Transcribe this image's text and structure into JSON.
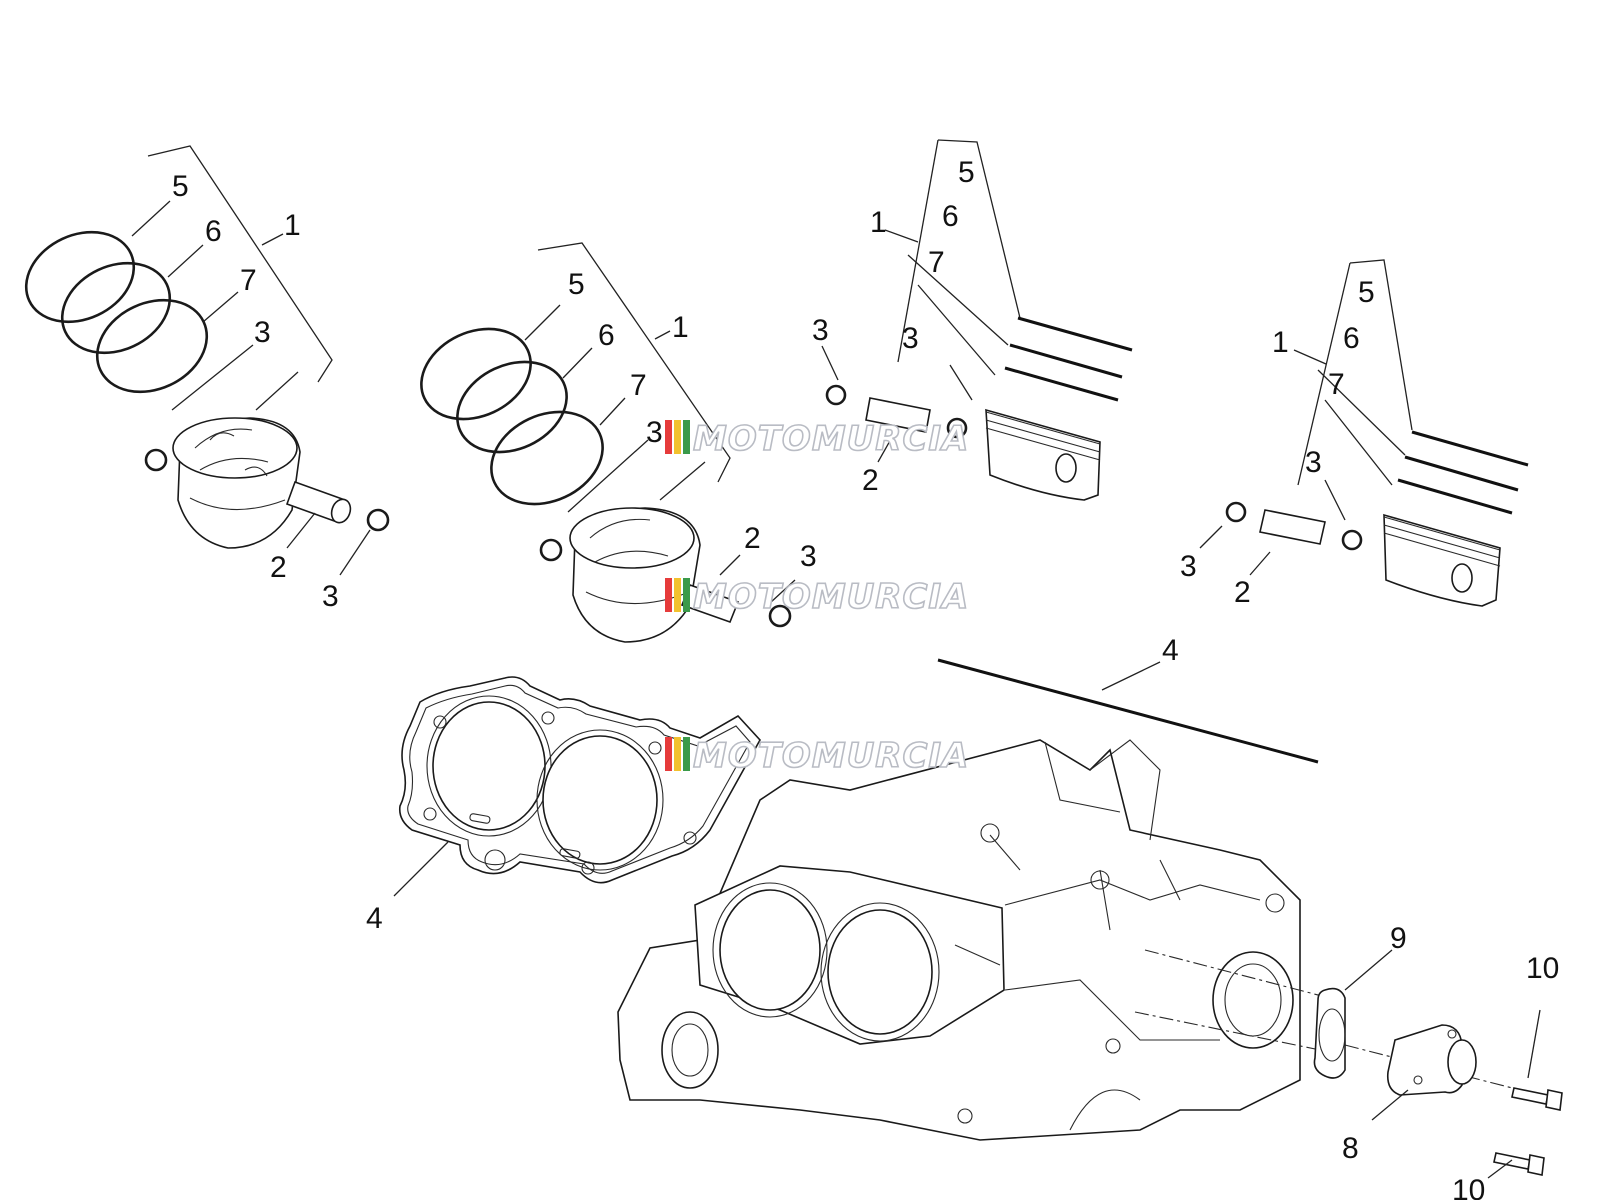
{
  "callouts": {
    "p1": {
      "n5": "5",
      "n6": "6",
      "n1": "1",
      "n7": "7",
      "n3a": "3",
      "n2": "2",
      "n3b": "3"
    },
    "p2": {
      "n5": "5",
      "n6": "6",
      "n1": "1",
      "n7": "7",
      "n3a": "3",
      "n2": "2",
      "n3b": "3"
    },
    "p3": {
      "n5": "5",
      "n6": "6",
      "n1": "1",
      "n7": "7",
      "n3a": "3",
      "n3b": "3",
      "n2": "2"
    },
    "p4": {
      "n5": "5",
      "n6": "6",
      "n1": "1",
      "n7": "7",
      "n3a": "3",
      "n3b": "3",
      "n2": "2"
    },
    "gasket": {
      "n4a": "4",
      "n4b": "4"
    },
    "block": {
      "n9": "9",
      "n10a": "10",
      "n8": "8",
      "n10b": "10"
    }
  },
  "watermark": {
    "text": "MOTOMURCIA"
  },
  "colors": {
    "watermark_stripes": [
      "#e63b3b",
      "#f2c12e",
      "#3a9a4a",
      "#b9bcc4"
    ]
  }
}
